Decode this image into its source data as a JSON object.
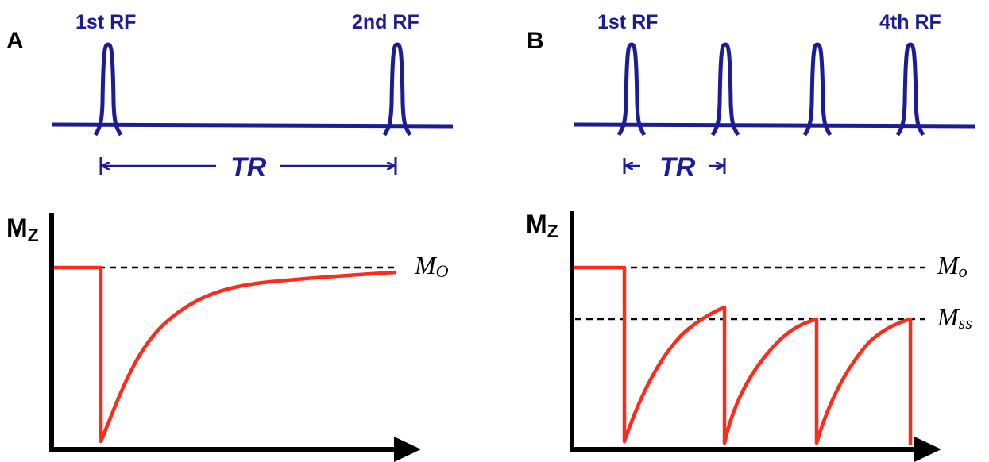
{
  "colors": {
    "pulse": "#1c1c96",
    "curve": "#ff2a1a",
    "axis": "#000000",
    "dashed": "#000000"
  },
  "panel_a": {
    "letter": "A",
    "rf_first_label": "1st RF",
    "rf_last_label": "2nd RF",
    "tr_label": "TR",
    "y_axis_main": "M",
    "y_axis_sub": "Z",
    "equilibrium_main": "M",
    "equilibrium_sub": "O"
  },
  "panel_b": {
    "letter": "B",
    "rf_first_label": "1st RF",
    "rf_last_label": "4th RF",
    "tr_label": "TR",
    "y_axis_main": "M",
    "y_axis_sub": "Z",
    "equilibrium_main": "M",
    "equilibrium_sub": "o",
    "steady_state_main": "M",
    "steady_state_sub": "ss"
  }
}
